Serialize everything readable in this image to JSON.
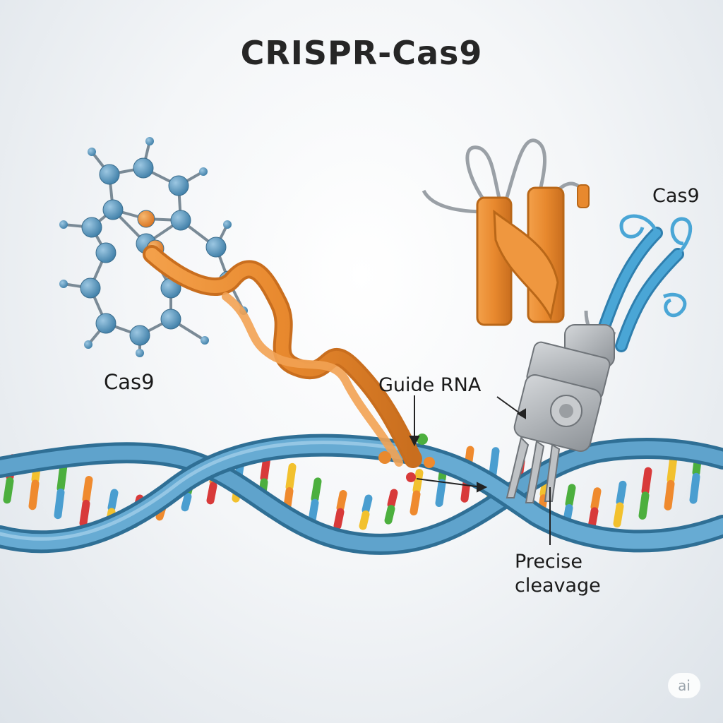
{
  "title": "CRISPR-Cas9",
  "labels": {
    "cas9_left": "Cas9",
    "cas9_right": "Cas9",
    "guide_rna": "Guide RNA",
    "cleavage_line1": "Precise",
    "cleavage_line2": "cleavage"
  },
  "watermark": "ai",
  "colors": {
    "dna_backbone": "#4a90b8",
    "protein_orange": "#e8892e",
    "protein_blue": "#4aa6d6",
    "atom_blue": "#5c9cc6",
    "scissors_gray": "#b4b8bc",
    "base_red": "#d83a3a",
    "base_yellow": "#f2c12e",
    "base_green": "#4caf3e",
    "base_orange": "#ef8a2e",
    "base_blue": "#4a9ed0"
  }
}
